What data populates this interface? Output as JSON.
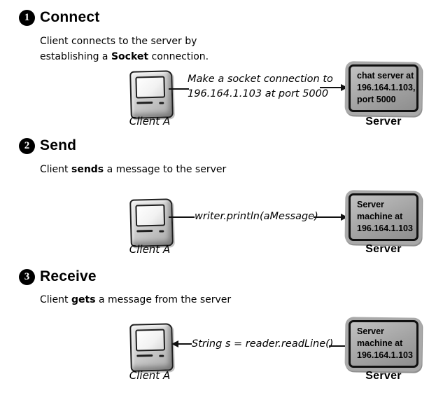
{
  "diagram_title": "Socket client-server communication steps",
  "colors": {
    "server_box_fill": "#a3a3a3",
    "ink": "#000000",
    "background": "#ffffff"
  },
  "sections": [
    {
      "number": "1",
      "title": "Connect",
      "desc_line1": "Client connects to the server by",
      "desc_line2_pre": "establishing a ",
      "desc_line2_bold": "Socket",
      "desc_line2_post": " connection.",
      "client_label": "Client A",
      "annotation_line1": "Make a socket connection to",
      "annotation_line2": "196.164.1.103 at port 5000",
      "server_line1": "chat server at",
      "server_line2": "196.164.1.103,",
      "server_line3": "port 5000",
      "server_label": "Server"
    },
    {
      "number": "2",
      "title": "Send",
      "desc_pre": "Client ",
      "desc_bold": "sends",
      "desc_post": " a message to the server",
      "client_label": "Client A",
      "annotation": "writer.println(aMessage)",
      "server_line1": "Server",
      "server_line2": "machine at",
      "server_line3": "196.164.1.103",
      "server_label": "Server"
    },
    {
      "number": "3",
      "title": "Receive",
      "desc_pre": "Client ",
      "desc_bold": "gets",
      "desc_post": " a message from the server",
      "client_label": "Client A",
      "annotation": "String s = reader.readLine()",
      "server_line1": "Server",
      "server_line2": "machine at",
      "server_line3": "196.164.1.103",
      "server_label": "Server"
    }
  ]
}
